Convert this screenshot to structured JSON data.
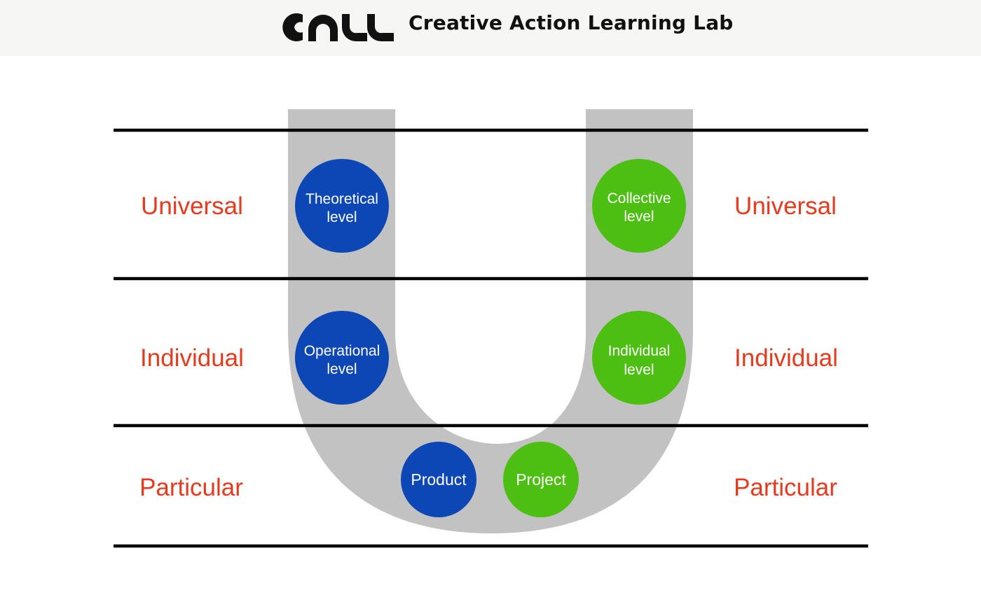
{
  "header": {
    "brand_name": "Creative Action Learning Lab",
    "logo_icon": "call-logo-icon",
    "background_color": "#f6f6f4"
  },
  "levels": {
    "left": {
      "universal": "Universal",
      "individual": "Individual",
      "particular": "Particular"
    },
    "right": {
      "universal": "Universal",
      "individual": "Individual",
      "particular": "Particular"
    },
    "label_color": "#e53a1e"
  },
  "nodes": {
    "theoretical": {
      "line1": "Theoretical",
      "line2": "level",
      "color": "#0d47b5"
    },
    "operational": {
      "line1": "Operational",
      "line2": "level",
      "color": "#0d47b5"
    },
    "product": {
      "label": "Product",
      "color": "#0d47b5"
    },
    "project": {
      "label": "Project",
      "color": "#4cbf12"
    },
    "individual": {
      "line1": "Individual",
      "line2": "level",
      "color": "#4cbf12"
    },
    "collective": {
      "line1": "Collective",
      "line2": "level",
      "color": "#4cbf12"
    }
  },
  "u_shape_color": "#c2c2c2"
}
